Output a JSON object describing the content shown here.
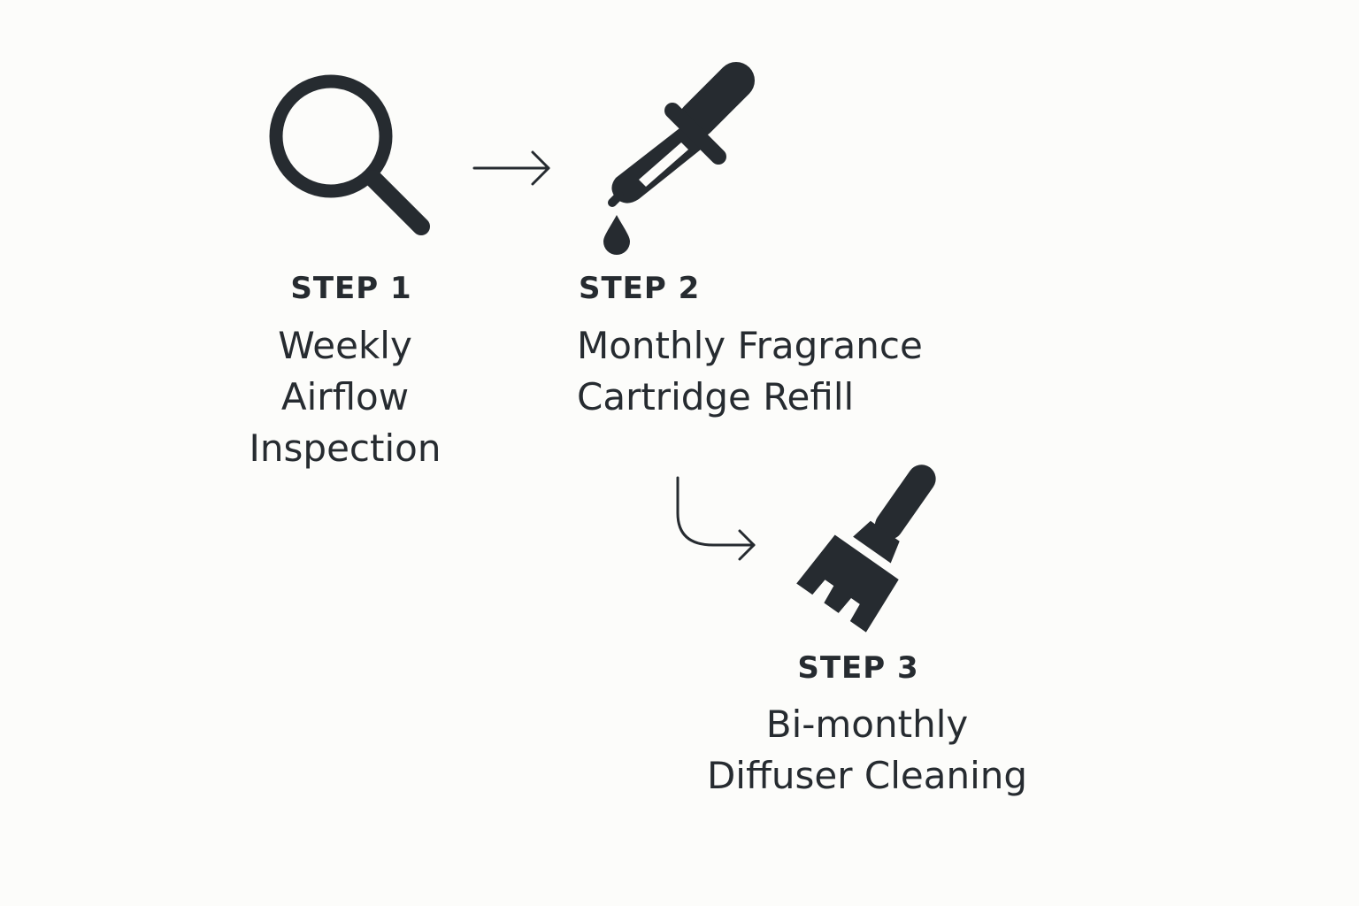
{
  "colors": {
    "background": "#fcfcfa",
    "ink": "#262b30"
  },
  "steps": [
    {
      "label": "STEP 1",
      "title_lines": [
        "Weekly",
        "Airflow",
        "Inspection"
      ],
      "icon": "magnifying-glass-icon"
    },
    {
      "label": "STEP 2",
      "title_lines": [
        "Monthly Fragrance",
        "Cartridge Refill"
      ],
      "icon": "dropper-icon"
    },
    {
      "label": "STEP 3",
      "title_lines": [
        "Bi-monthly",
        "Diffuser Cleaning"
      ],
      "icon": "paintbrush-icon"
    }
  ],
  "connectors": [
    {
      "from": "STEP 1",
      "to": "STEP 2",
      "icon": "arrow-right-icon"
    },
    {
      "from": "STEP 2",
      "to": "STEP 3",
      "icon": "curved-arrow-icon"
    }
  ]
}
